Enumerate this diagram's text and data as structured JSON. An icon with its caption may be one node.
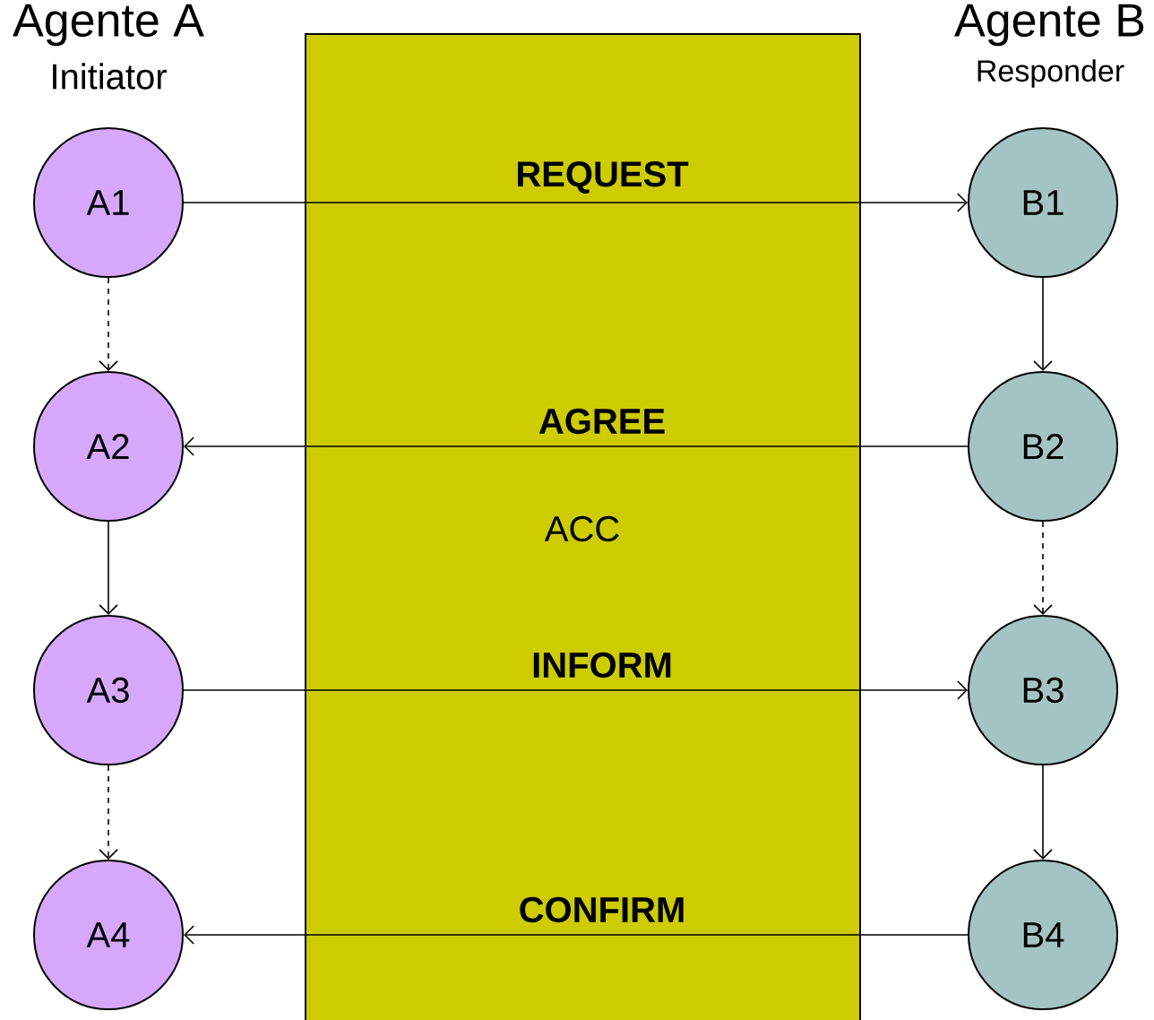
{
  "diagram": {
    "nodes": [
      {
        "text": [
          "A1"
        ]
      },
      {
        "text": [
          "A2"
        ]
      },
      {
        "text": [
          "A3"
        ]
      },
      {
        "text": [
          "A4"
        ]
      },
      {
        "text": [
          "B1"
        ]
      },
      {
        "text": [
          "B2"
        ]
      },
      {
        "text": [
          "B3"
        ]
      },
      {
        "text": [
          "B4"
        ]
      }
    ],
    "edges": [
      {
        "from": 0,
        "to": 4,
        "arrow": "to",
        "label": "REQUEST"
      },
      {
        "from": 5,
        "to": 1,
        "arrow": "to",
        "label": "AGREE"
      },
      {
        "from": 2,
        "to": 6,
        "arrow": "to",
        "label": "INFORM"
      },
      {
        "from": 7,
        "to": 3,
        "arrow": "to",
        "label": "CONFIRM"
      },
      {
        "from": 0,
        "to": 1,
        "arrow": "to",
        "style": "dashed"
      },
      {
        "from": 1,
        "to": 2,
        "arrow": "to"
      },
      {
        "from": 2,
        "to": 3,
        "arrow": "to",
        "style": "dashed"
      },
      {
        "from": 4,
        "to": 5,
        "arrow": "to"
      },
      {
        "from": 5,
        "to": 6,
        "arrow": "to",
        "style": "dashed"
      },
      {
        "from": 6,
        "to": 7,
        "arrow": "to"
      }
    ],
    "labels": [
      "Agente A",
      "Initiator",
      "Agente B",
      "Responder",
      "ACC"
    ]
  }
}
